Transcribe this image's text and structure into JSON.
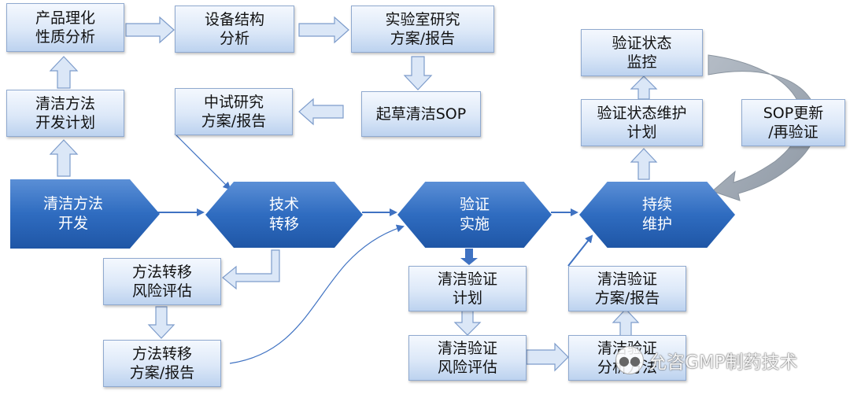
{
  "nodes": {
    "product_props": "产品理化\n性质分析",
    "equipment": "设备结构\n分析",
    "lab_study": "实验室研究\n方案/报告",
    "draft_sop": "起草清洁SOP",
    "pilot_study": "中试研究\n方案/报告",
    "dev_plan": "清洁方法\n开发计划",
    "method_dev": "清洁方法\n开发",
    "tech_transfer": "技术\n转移",
    "validation_exec": "验证\n实施",
    "continuous_maint": "持续\n维护",
    "transfer_risk": "方法转移\n风险评估",
    "transfer_report": "方法转移\n方案/报告",
    "val_plan": "清洁验证\n计划",
    "val_risk": "清洁验证\n风险评估",
    "val_analysis": "清洁验证\n分析方法",
    "val_protocol": "清洁验证\n方案/报告",
    "status_monitor": "验证状态\n监控",
    "status_plan": "验证状态维护\n计划",
    "sop_update": "SOP更新\n/再验证"
  },
  "watermark": {
    "icon": "wechat-icon",
    "text": "允咨GMP制药技术"
  },
  "colors": {
    "box_border": "#8fa9cf",
    "box_fill_top": "#f4f8fe",
    "box_fill_bottom": "#bcd2ef",
    "hex_fill": "#2f6cc0",
    "connector": "#3f72c2",
    "feedback_arrow": "#9aa5b1"
  }
}
